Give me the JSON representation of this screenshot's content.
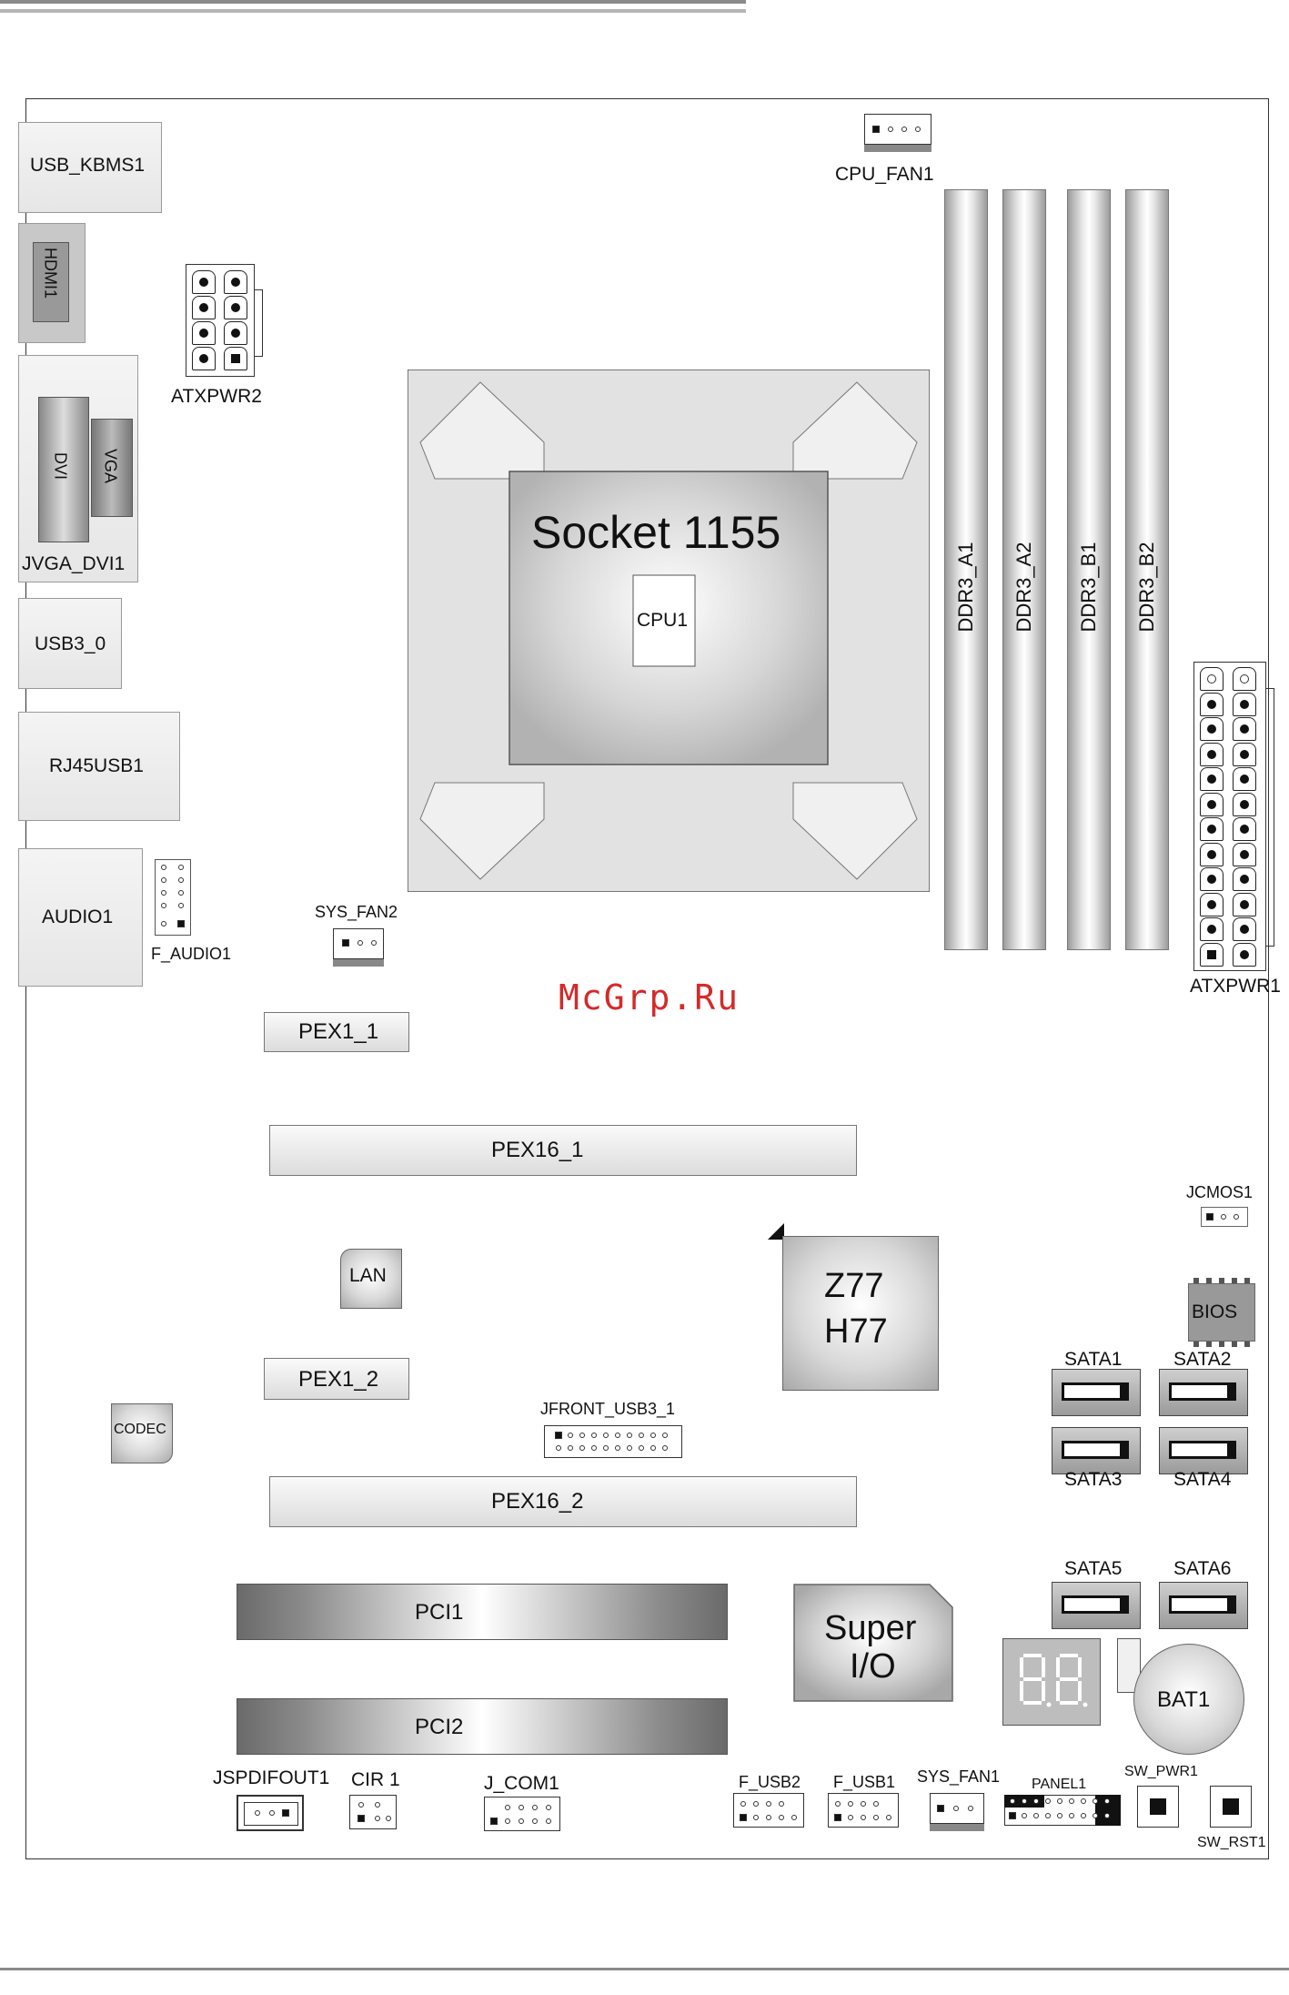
{
  "labels": {
    "usb_kbms": "USB_KBMS1",
    "hdmi": "HDMI1",
    "dvi": "DVI",
    "vga": "VGA",
    "jvga_dvi": "JVGA_DVI1",
    "usb3": "USB3_0",
    "rj45usb": "RJ45USB1",
    "audio": "AUDIO1",
    "f_audio": "F_AUDIO1",
    "atxpwr2": "ATXPWR2",
    "cpu_fan": "CPU_FAN1",
    "socket": "Socket 1155",
    "cpu": "CPU1",
    "sys_fan2": "SYS_FAN2",
    "ddr3_a1": "DDR3_A1",
    "ddr3_a2": "DDR3_A2",
    "ddr3_b1": "DDR3_B1",
    "ddr3_b2": "DDR3_B2",
    "atxpwr1": "ATXPWR1",
    "watermark": "McGrp.Ru",
    "pex1_1": "PEX1_1",
    "pex16_1": "PEX16_1",
    "jcmos": "JCMOS1",
    "lan": "LAN",
    "chipset_1": "Z77",
    "chipset_2": "H77",
    "bios": "BIOS",
    "pex1_2": "PEX1_2",
    "codec": "CODEC",
    "jfront_usb3": "JFRONT_USB3_1",
    "sata1": "SATA1",
    "sata2": "SATA2",
    "sata3": "SATA3",
    "sata4": "SATA4",
    "pex16_2": "PEX16_2",
    "sata5": "SATA5",
    "sata6": "SATA6",
    "pci1": "PCI1",
    "superio_1": "Super",
    "superio_2": "I/O",
    "bat": "BAT1",
    "pci2": "PCI2",
    "jspdifout": "JSPDIFOUT1",
    "cir": "CIR 1",
    "j_com": "J_COM1",
    "f_usb2": "F_USB2",
    "f_usb1": "F_USB1",
    "sys_fan1": "SYS_FAN1",
    "panel": "PANEL1",
    "sw_pwr": "SW_PWR1",
    "sw_rst": "SW_RST1"
  },
  "colors": {
    "watermark": "#d42a2a",
    "board_outline": "#333333"
  }
}
